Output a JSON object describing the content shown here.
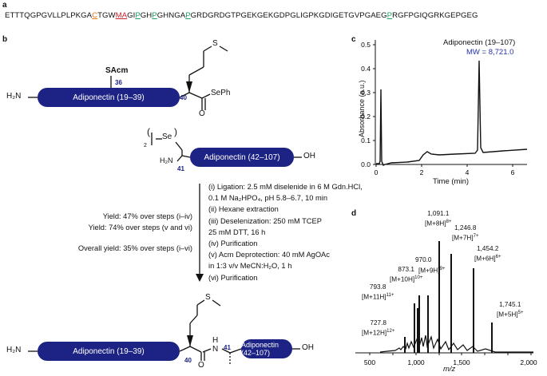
{
  "panel_a": {
    "letter": "a",
    "seq_1": "ETTTQGPGVLLPLPKGA",
    "seq_c": "C",
    "seq_2": "TGW",
    "seq_m": "MA",
    "seq_3": "GI",
    "seq_p1": "P",
    "seq_4": "GH",
    "seq_p2": "P",
    "seq_5": "GHNGA",
    "seq_p3": "P",
    "seq_6": "GRDGRDGTPGEKGEKGDPGLIGPKGDIGETGVPGAEG",
    "seq_p4": "P",
    "seq_7": "RGFPGIQGRKGEPGEG"
  },
  "panel_b": {
    "letter": "b",
    "h2n_top": "H₂N",
    "frag_top": "Adiponectin (19–39)",
    "sacm": "SAcm",
    "num_36": "36",
    "num_40": "40",
    "seph": "SePh",
    "se": "Se",
    "sub2": "2",
    "h2n_mid": "H₂N",
    "num_41": "41",
    "frag_mid": "Adiponectin (42–107)",
    "oh_mid": "OH",
    "conditions": [
      "(i) Ligation: 2.5 mM diselenide in 6 M Gdn.HCl,",
      "0.1 M Na₂HPO₄, pH 5.8–6.7, 10 min",
      "(ii) Hexane extraction",
      "(iii) Deselenization: 250 mM TCEP",
      "25 mM DTT, 16 h",
      "(iv) Purification",
      "(v) Acm Deprotection: 40 mM AgOAc",
      "in 1:3 v/v MeCN:H₂O, 1 h",
      "(vi) Purification"
    ],
    "yields": [
      "Yield: 47% over steps (i–iv)",
      "Yield: 74% over steps (v and vi)",
      "Overall yield: 35% over steps (i–vi)"
    ],
    "h2n_bot": "H₂N",
    "frag_bot_left": "Adiponectin (19–39)",
    "num_40b": "40",
    "h": "H",
    "n": "N",
    "o": "O",
    "num_41b": "41",
    "frag_bot_right": "Adiponectin (42–107)",
    "oh_bot": "OH"
  },
  "panel_c": {
    "letter": "c",
    "title": "Adiponectin (19–107)",
    "mw": "MW = 8,721.0",
    "ylabel": "Absorbance (a.u.)",
    "xlabel": "Time (min)",
    "yticks": [
      "0.0",
      "0.1",
      "0.2",
      "0.3",
      "0.4",
      "0.5"
    ],
    "xticks": [
      "0",
      "2",
      "4",
      "6"
    ]
  },
  "panel_d": {
    "letter": "d",
    "xlabel": "m/z",
    "xticks": [
      "500",
      "1,000",
      "1,500",
      "2,000"
    ],
    "peaks": [
      {
        "mz": "727.8",
        "ion": "[M+12H]",
        "z": "12+"
      },
      {
        "mz": "793.8",
        "ion": "[M+11H]",
        "z": "11+"
      },
      {
        "mz": "873.1",
        "ion": "[M+10H]",
        "z": "10+"
      },
      {
        "mz": "970.0",
        "ion": "[M+9H]",
        "z": "9+"
      },
      {
        "mz": "1,091.1",
        "ion": "[M+8H]",
        "z": "8+"
      },
      {
        "mz": "1,246.8",
        "ion": "[M+7H]",
        "z": "7+"
      },
      {
        "mz": "1,454.2",
        "ion": "[M+6H]",
        "z": "6+"
      },
      {
        "mz": "1,745.1",
        "ion": "[M+5H]",
        "z": "5+"
      }
    ]
  },
  "colors": {
    "pill": "#1d2384",
    "cys": "#e07a1a",
    "met": "#cc1f2a",
    "pro": "#1aa060"
  }
}
